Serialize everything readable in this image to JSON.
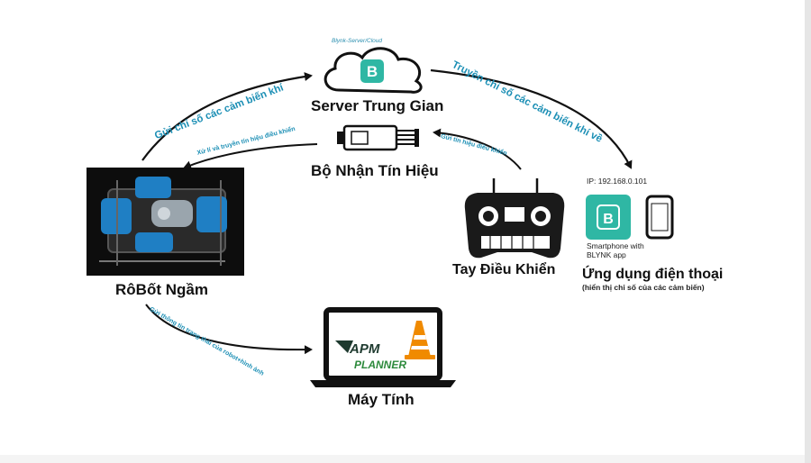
{
  "nodes": {
    "server": "Server Trung Gian",
    "receiver": "Bộ Nhận Tín Hiệu",
    "robot": "RôBốt Ngầm",
    "remote": "Tay Điều Khiển",
    "phone_app": "Ứng dụng điện thoại",
    "phone_app_sub": "(hiển thị chỉ số của các cảm biến)",
    "computer": "Máy Tính"
  },
  "server_icon": {
    "caption": "Blynk-Server/Cloud",
    "letter": "B"
  },
  "phone": {
    "ip": "IP: 192.168.0.101",
    "caption": "Smartphone with BLYNK app",
    "letter": "B"
  },
  "software_logo": {
    "line1": "APM",
    "line2": "PLANNER"
  },
  "edges": {
    "robot_to_server": "Gửi chỉ số các cảm biến khí",
    "server_to_phone": "Truyền chỉ số các cảm biến khí về",
    "receiver_to_robot": "Xử lí và truyền tín hiệu điều khiển",
    "remote_to_receiver": "Gửi tín hiệu điều khiển",
    "robot_to_computer": "Gửi thông tin trạng thái của robot+hình ảnh"
  },
  "colors": {
    "annotation": "#1c8fb5",
    "blynk": "#2fb7a4",
    "robot_blue": "#1f7fc4",
    "vlc_orange": "#f08a00"
  }
}
